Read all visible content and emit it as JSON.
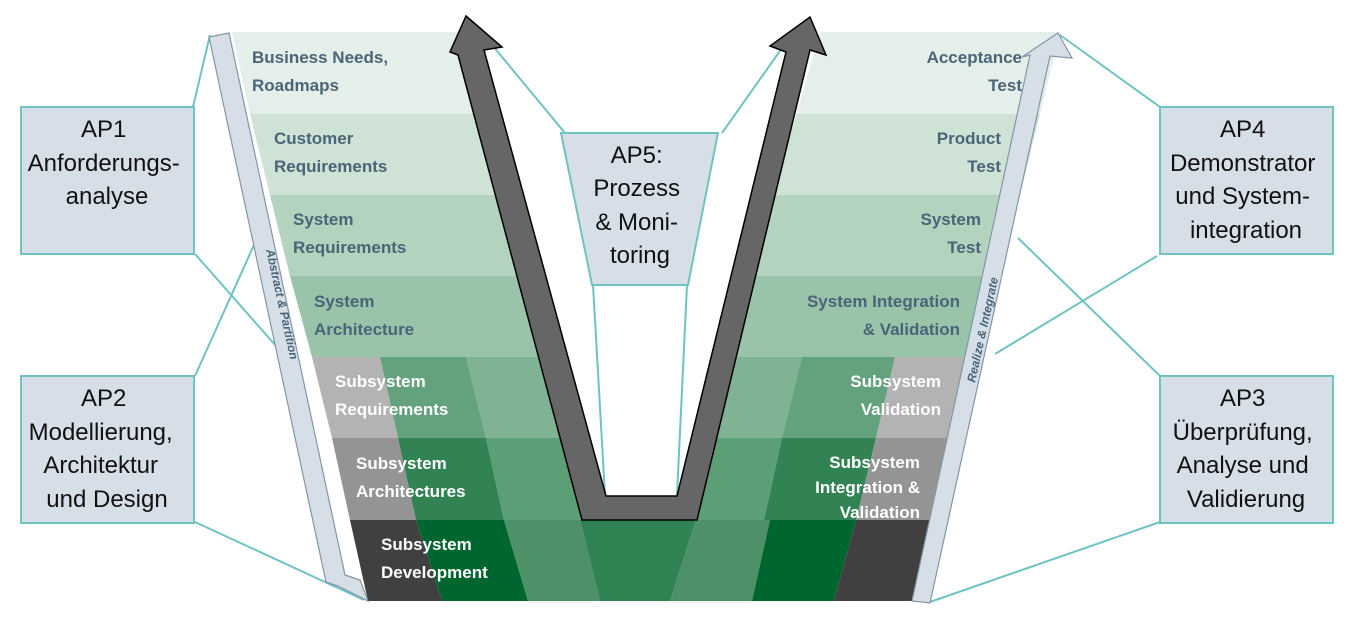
{
  "colors": {
    "band1": "#e4efe9",
    "band2": "#cfe2d6",
    "band3": "#b3d3bf",
    "band4": "#99c4aa",
    "band5_light": "#80b393",
    "band5_mid": "#63a27c",
    "band6_mid": "#5c9f77",
    "band6_dark": "#318354",
    "band7_dark": "#006630",
    "band7_mid": "#4e9168",
    "band7_deep": "#2f8252",
    "grey1": "#b3b3b3",
    "grey2": "#949494",
    "grey3": "#404040",
    "arrow_fill": "#d6dfe7",
    "arrow_stroke": "#8296a8",
    "connector": "#6fc3c0",
    "ap_box_fill": "#d6dfe7",
    "ap_box_stroke": "#6fc3c0",
    "v_arrow_fill": "#666666",
    "dark_text": "#4a6478"
  },
  "left_labels": [
    [
      "Business Needs,",
      "Roadmaps"
    ],
    [
      "Customer",
      "Requirements"
    ],
    [
      "System",
      "Requirements"
    ],
    [
      "System",
      "Architecture"
    ],
    [
      "Subsystem",
      "Requirements"
    ],
    [
      "Subsystem",
      "Architectures"
    ],
    [
      "Subsystem",
      "Development"
    ]
  ],
  "right_labels": [
    [
      "Acceptance",
      "Test"
    ],
    [
      "Product",
      "Test"
    ],
    [
      "System",
      "Test"
    ],
    [
      "System Integration",
      "& Validation"
    ],
    [
      "Subsystem",
      "Validation"
    ],
    [
      "Subsystem",
      "Integration &",
      "Validation"
    ]
  ],
  "arrows": {
    "left": "Abstract & Partition",
    "right": "Realize & Integrate"
  },
  "work_packages": {
    "ap1": [
      "AP1",
      "Anforderungs-",
      "analyse"
    ],
    "ap2": [
      "AP2",
      "Modellierung,",
      "Architektur",
      "und Design"
    ],
    "ap3": [
      "AP3",
      "Überprüfung,",
      "Analyse und",
      "Validierung"
    ],
    "ap4": [
      "AP4",
      "Demonstrator",
      "und System-",
      "integration"
    ],
    "ap5": [
      "AP5:",
      "Prozess",
      "& Moni-",
      "toring"
    ]
  }
}
